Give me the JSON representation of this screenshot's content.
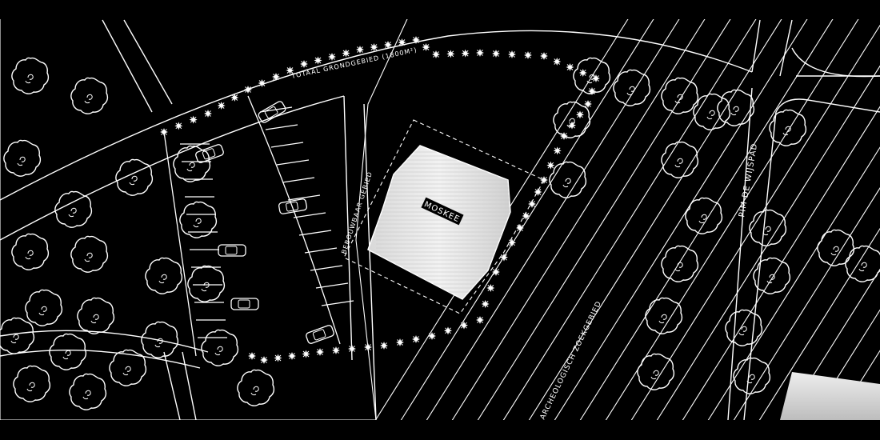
{
  "labels": {
    "total_area": "TOTAAL GRONDGEBIED (1800M²)",
    "buildable_area": "BEBOUWBAAR GEBIED",
    "building": "MOSKEE",
    "street": "PIM DE WIJSPAD",
    "search_area": "ARCHEOLOGISCH ZOEKGEBIED"
  },
  "colors": {
    "background": "#000000",
    "linework": "#ffffff",
    "building_fill": "#e6e6e6",
    "grey_block": "#d9d9d9"
  }
}
